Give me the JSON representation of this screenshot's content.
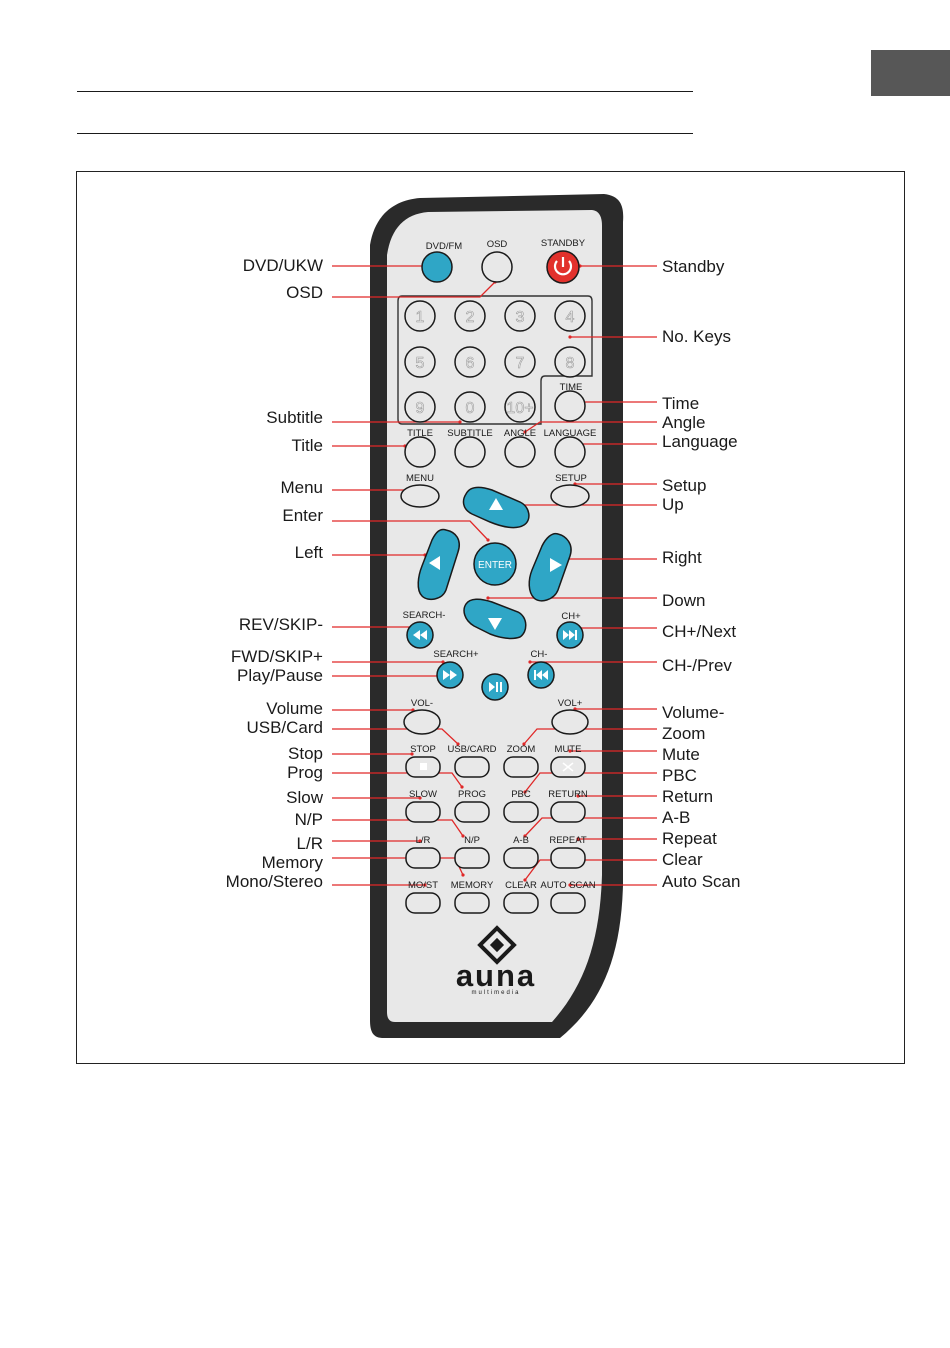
{
  "page": {
    "tab_color": "#575757"
  },
  "colors": {
    "accent": "#2fa6c6",
    "standby": "#e2312c",
    "leader": "#e02828",
    "body": "#e8e8e8",
    "outline": "#2a2a2a"
  },
  "remote": {
    "brand": "auna",
    "brand_sub": "multimedia",
    "button_labels": {
      "dvd_fm": "DVD/FM",
      "osd": "OSD",
      "standby": "STANDBY",
      "time": "TIME",
      "title": "TITLE",
      "subtitle": "SUBTITLE",
      "angle": "ANGLE",
      "language": "LANGUAGE",
      "menu": "MENU",
      "setup": "SETUP",
      "enter": "ENTER",
      "search_minus": "SEARCH-",
      "ch_plus": "CH+",
      "search_plus": "SEARCH+",
      "ch_minus": "CH-",
      "vol_minus": "VOL-",
      "vol_plus": "VOL+",
      "stop": "STOP",
      "usb_card": "USB/CARD",
      "zoom": "ZOOM",
      "mute": "MUTE",
      "slow": "SLOW",
      "prog": "PROG",
      "pbc": "PBC",
      "return": "RETURN",
      "lr": "L/R",
      "np": "N/P",
      "ab": "A-B",
      "repeat": "REPEAT",
      "mo_st": "MO/ST",
      "memory": "MEMORY",
      "clear": "CLEAR",
      "auto_scan": "AUTO SCAN"
    },
    "number_keys": [
      "1",
      "2",
      "3",
      "4",
      "5",
      "6",
      "7",
      "8",
      "9",
      "0",
      "10+"
    ]
  },
  "callouts": {
    "left": [
      "DVD/UKW",
      "OSD",
      "Subtitle",
      "Title",
      "Menu",
      "Enter",
      "Left",
      "REV/SKIP-",
      "FWD/SKIP+",
      "Play/Pause",
      "Volume",
      "USB/Card",
      "Stop",
      "Prog",
      "Slow",
      "N/P",
      "L/R",
      "Memory",
      "Mono/Stereo"
    ],
    "right": [
      "Standby",
      "No. Keys",
      "Time",
      "Angle",
      "Language",
      "Setup",
      "Up",
      "Right",
      "Down",
      "CH+/Next",
      "CH-/Prev",
      "Volume-",
      "Zoom",
      "Mute",
      "PBC",
      "Return",
      "A-B",
      "Repeat",
      "Clear",
      "Auto Scan"
    ]
  }
}
